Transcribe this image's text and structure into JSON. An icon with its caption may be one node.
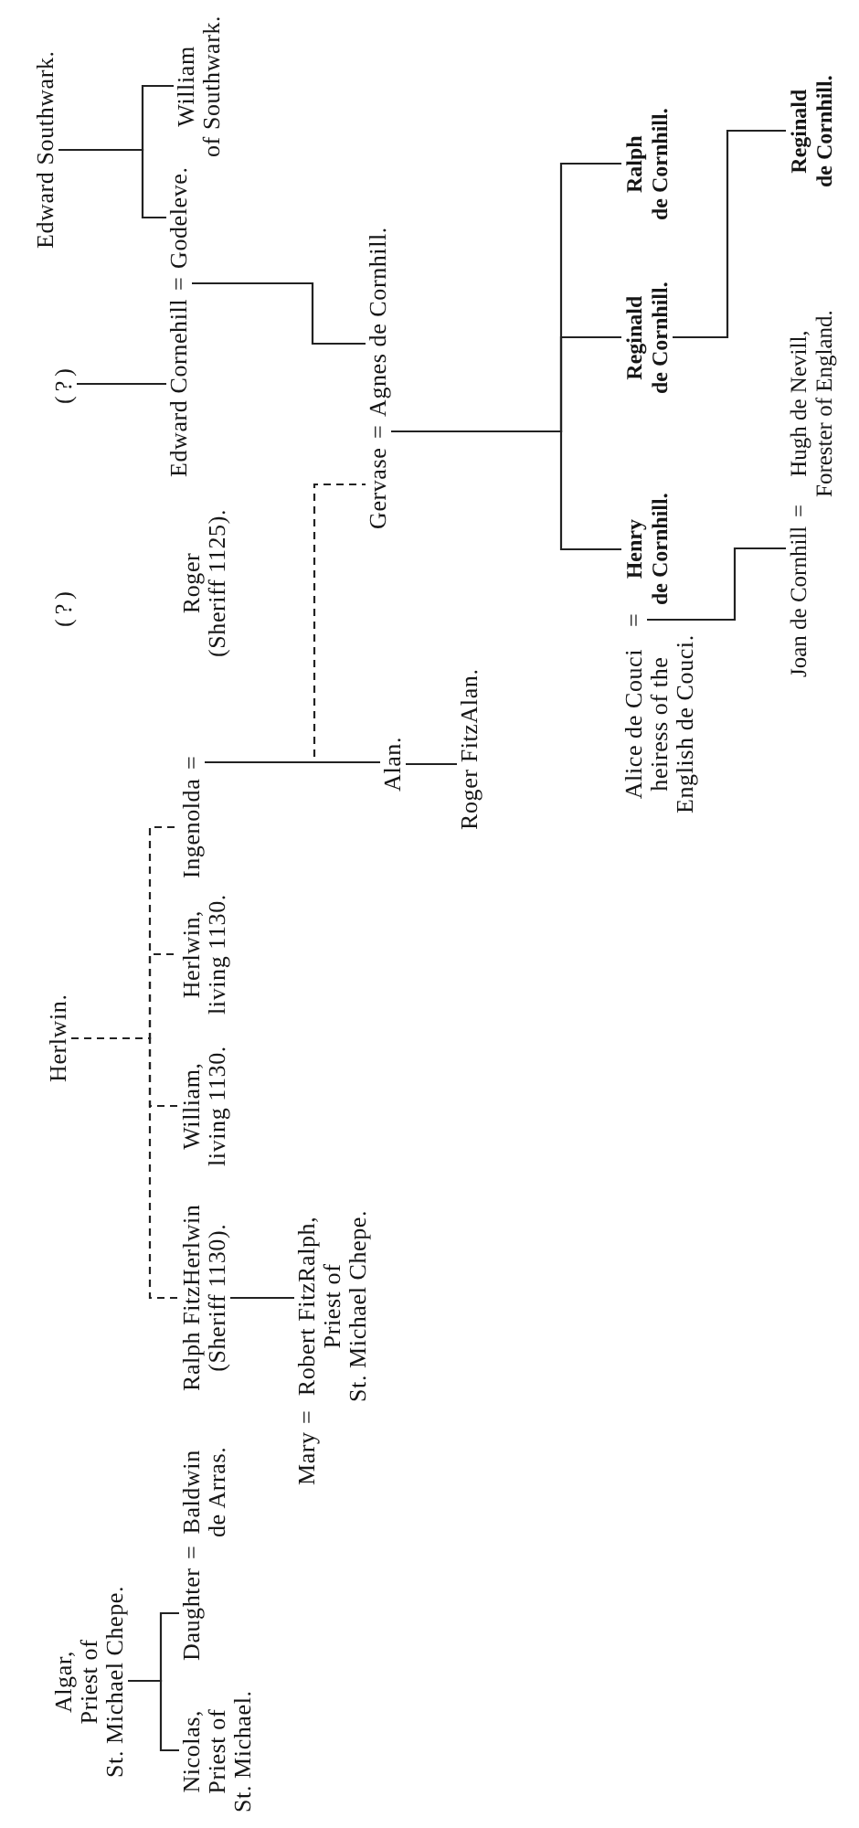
{
  "diagram": {
    "nodes": [
      {
        "text": [
          "Algar, Priest of St. Michael Chepe."
        ]
      },
      {
        "text": [
          "Herlwin."
        ]
      },
      {
        "text": [
          "(?)"
        ]
      },
      {
        "text": [
          "(?)"
        ]
      },
      {
        "text": [
          "Edward Southwark."
        ]
      },
      {
        "text": [
          "Nicolas, Priest of St. Michael."
        ]
      },
      {
        "text": [
          "Daughter"
        ]
      },
      {
        "text": [
          "Baldwin de Arras."
        ]
      },
      {
        "text": [
          "Ralph FitzHerlwin (Sheriff 1130)."
        ]
      },
      {
        "text": [
          "William, living 1130."
        ]
      },
      {
        "text": [
          "Herlwin, living 1130."
        ]
      },
      {
        "text": [
          "Ingenolda"
        ]
      },
      {
        "text": [
          "="
        ]
      },
      {
        "text": [
          "Roger (Sheriff 1125)."
        ]
      },
      {
        "text": [
          "Edward Cornehill"
        ]
      },
      {
        "text": [
          "="
        ]
      },
      {
        "text": [
          "Godeleve."
        ]
      },
      {
        "text": [
          "William of Southwark."
        ]
      },
      {
        "text": [
          "Mary"
        ]
      },
      {
        "text": [
          "Robert FitzRalph, Priest of St. Michael Chepe."
        ]
      },
      {
        "text": [
          "Alan."
        ]
      },
      {
        "text": [
          "Gervase"
        ]
      },
      {
        "text": [
          "="
        ]
      },
      {
        "text": [
          "Agnes de Cornhill."
        ]
      },
      {
        "text": [
          "Roger FitzAlan."
        ]
      },
      {
        "text": [
          "Alice de Couci heiress of the English de Couci."
        ]
      },
      {
        "text": [
          "="
        ]
      },
      {
        "text": [
          "Henry de Cornhill."
        ]
      },
      {
        "text": [
          "Reginald de Cornhill."
        ]
      },
      {
        "text": [
          "Ralph de Cornhill."
        ]
      },
      {
        "text": [
          "Joan de Cornhill"
        ]
      },
      {
        "text": [
          "Hugh de Nevill, Forester of England."
        ]
      },
      {
        "text": [
          "Reginald de Cornhill."
        ]
      }
    ],
    "edges": [
      {
        "from": 0,
        "to": 5,
        "arrow": "none"
      },
      {
        "from": 0,
        "to": 6,
        "arrow": "none"
      },
      {
        "from": 1,
        "to": 8,
        "arrow": "none",
        "style": "dashed"
      },
      {
        "from": 1,
        "to": 9,
        "arrow": "none",
        "style": "dashed"
      },
      {
        "from": 1,
        "to": 10,
        "arrow": "none",
        "style": "dashed"
      },
      {
        "from": 1,
        "to": 11,
        "arrow": "none",
        "style": "dashed"
      },
      {
        "from": 3,
        "to": 14,
        "arrow": "none"
      },
      {
        "from": 4,
        "to": 16,
        "arrow": "none"
      },
      {
        "from": 4,
        "to": 17,
        "arrow": "none"
      },
      {
        "from": 8,
        "to": 19,
        "arrow": "none"
      },
      {
        "from": 12,
        "to": 20,
        "arrow": "none"
      },
      {
        "from": 12,
        "to": 21,
        "arrow": "none",
        "style": "dashed"
      },
      {
        "from": 15,
        "to": 23,
        "arrow": "none"
      },
      {
        "from": 20,
        "to": 24,
        "arrow": "none"
      },
      {
        "from": 22,
        "to": 27,
        "arrow": "none"
      },
      {
        "from": 22,
        "to": 28,
        "arrow": "none"
      },
      {
        "from": 22,
        "to": 29,
        "arrow": "none"
      },
      {
        "from": 26,
        "to": 30,
        "arrow": "none"
      },
      {
        "from": 28,
        "to": 32,
        "arrow": "none"
      }
    ],
    "labels": [
      "=",
      "=",
      "="
    ]
  }
}
